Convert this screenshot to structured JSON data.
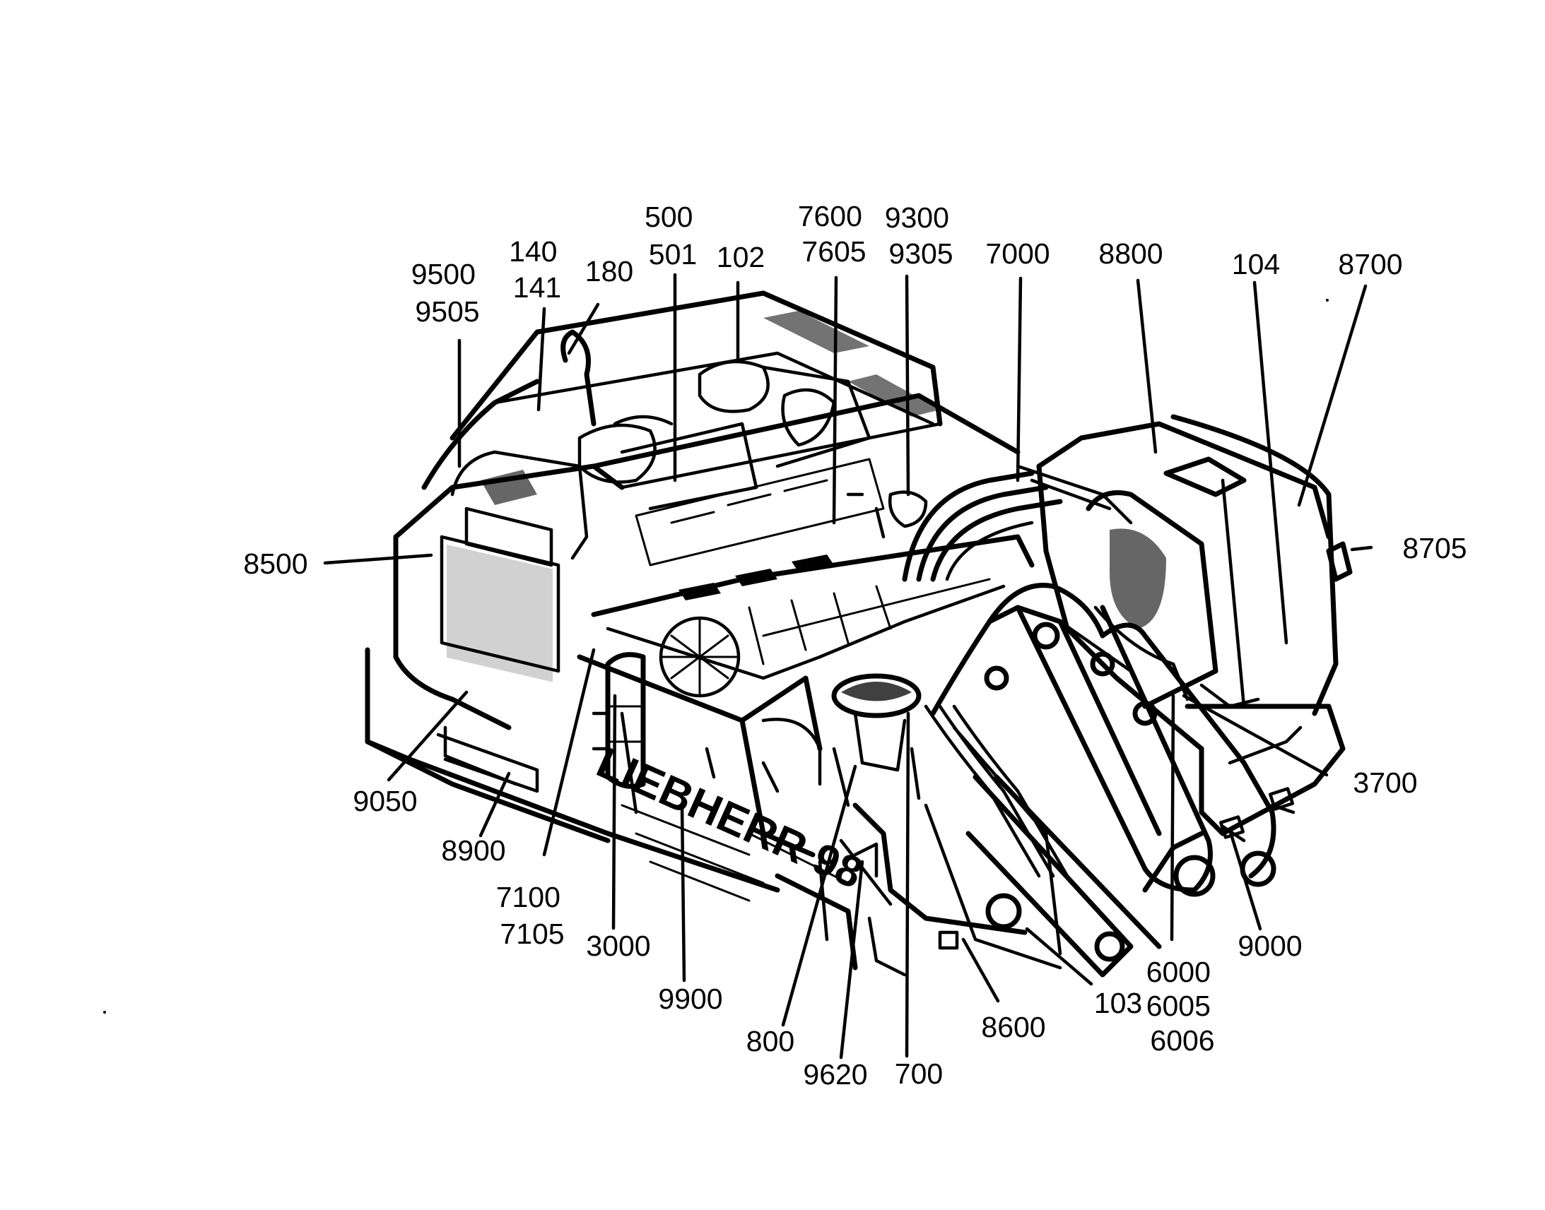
{
  "figure": {
    "type": "exploded-parts-illustration",
    "brand_text": "LIEBHERR 98",
    "ink_color": "#000000",
    "background_color": "#ffffff"
  },
  "callouts": [
    {
      "id": "c9500",
      "lines": [
        "9500",
        "9505"
      ]
    },
    {
      "id": "c140",
      "lines": [
        "140",
        "141"
      ]
    },
    {
      "id": "c180",
      "lines": [
        "180"
      ]
    },
    {
      "id": "c500",
      "lines": [
        "500",
        "501"
      ]
    },
    {
      "id": "c102",
      "lines": [
        "102"
      ]
    },
    {
      "id": "c7600",
      "lines": [
        "7600",
        "7605"
      ]
    },
    {
      "id": "c9300",
      "lines": [
        "9300",
        "9305"
      ]
    },
    {
      "id": "c7000",
      "lines": [
        "7000"
      ]
    },
    {
      "id": "c8800",
      "lines": [
        "8800"
      ]
    },
    {
      "id": "c104",
      "lines": [
        "104"
      ]
    },
    {
      "id": "c8700",
      "lines": [
        "8700"
      ]
    },
    {
      "id": "c8705",
      "lines": [
        "8705"
      ]
    },
    {
      "id": "c8500",
      "lines": [
        "8500"
      ]
    },
    {
      "id": "c3700",
      "lines": [
        "3700"
      ]
    },
    {
      "id": "c9050",
      "lines": [
        "9050"
      ]
    },
    {
      "id": "c8900",
      "lines": [
        "8900"
      ]
    },
    {
      "id": "c7100",
      "lines": [
        "7100",
        "7105"
      ]
    },
    {
      "id": "c3000",
      "lines": [
        "3000"
      ]
    },
    {
      "id": "c9900",
      "lines": [
        "9900"
      ]
    },
    {
      "id": "c800",
      "lines": [
        "800"
      ]
    },
    {
      "id": "c9620",
      "lines": [
        "9620"
      ]
    },
    {
      "id": "c700",
      "lines": [
        "700"
      ]
    },
    {
      "id": "c8600",
      "lines": [
        "8600"
      ]
    },
    {
      "id": "c103",
      "lines": [
        "103"
      ]
    },
    {
      "id": "c6000",
      "lines": [
        "6000",
        "6005",
        "6006"
      ]
    },
    {
      "id": "c9000",
      "lines": [
        "9000"
      ]
    }
  ]
}
